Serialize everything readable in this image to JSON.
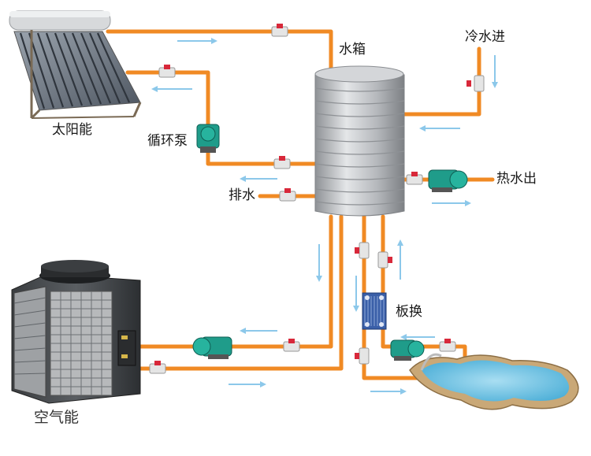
{
  "labels": {
    "solar": "太阳能",
    "circulation_pump": "循环泵",
    "water_tank": "水箱",
    "cold_water_in": "冷水进",
    "hot_water_out": "热水出",
    "drain": "排水",
    "plate_exchanger": "板换",
    "air_energy": "空气能"
  },
  "colors": {
    "pipe": "#f08a24",
    "flow_arrow": "#8cc8ea",
    "valve": "#d8283a",
    "pump": "#1f9c8a",
    "tank": "#b9bcc0",
    "pool_water": "#7cc8e6"
  }
}
